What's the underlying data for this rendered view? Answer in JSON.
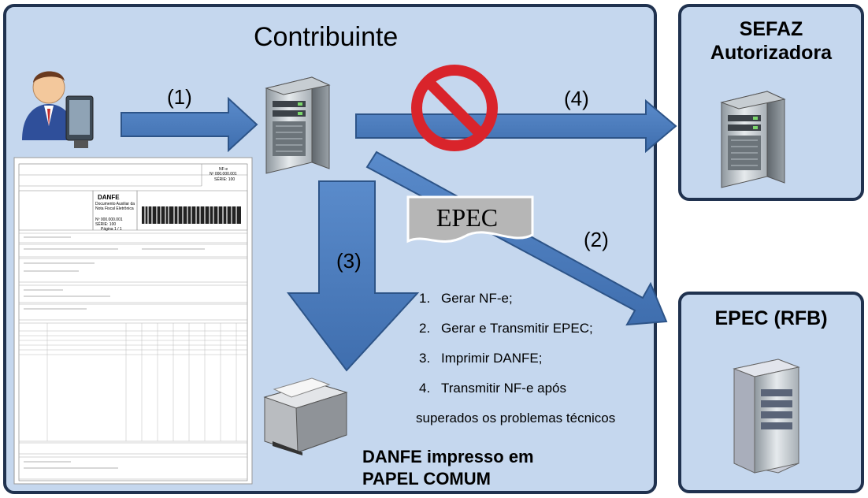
{
  "contribuinte": {
    "title": "Contribuinte"
  },
  "sefaz": {
    "title": "SEFAZ Autorizadora"
  },
  "epec_rfb": {
    "title": "EPEC (RFB)"
  },
  "arrows": [
    {
      "label": "(1)"
    },
    {
      "label": "(2)"
    },
    {
      "label": "(3)"
    },
    {
      "label": "(4)"
    }
  ],
  "epec_document": {
    "label": "EPEC"
  },
  "steps": [
    {
      "number": "1.",
      "text": "Gerar NF-e;"
    },
    {
      "number": "2.",
      "text": "Gerar e Transmitir EPEC;"
    },
    {
      "number": "3.",
      "text": "Imprimir DANFE;"
    },
    {
      "number": "4.",
      "text": "Transmitir NF-e após"
    },
    {
      "number": "",
      "text": "superados os problemas técnicos"
    }
  ],
  "danfe_caption": "DANFE impresso em PAPEL COMUM",
  "danfe_document": {
    "title": "DANFE",
    "subtitle_lines": [
      "Documento Auxiliar da",
      "Nota Fiscal Eletrônica"
    ],
    "nf_label": "NF-e",
    "number": "Nº 000.000.001",
    "series": "SÉRIE: 100",
    "page": "Página 1 / 1"
  },
  "colors": {
    "panel_bg": "#c5d7ee",
    "panel_border": "#20324f",
    "arrow_blue": "#4a7dbf",
    "prohibition_red": "#d9242b"
  }
}
